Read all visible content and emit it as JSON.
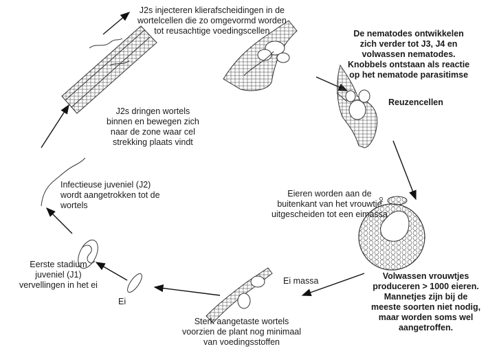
{
  "diagram": {
    "labels": {
      "j2_inject": [
        "J2s injecteren klierafscheidingen in de",
        "wortelcellen die zo omgevormd worden",
        "tot reusachtige voedingscellen"
      ],
      "develop": [
        "De nematodes ontwikkelen",
        "zich verder tot J3, J4  en",
        "volwassen nematodes.",
        "Knobbels ontstaan als reactie",
        "op het nematode parasitimse"
      ],
      "giant_cells": "Reuzencellen",
      "j2_enter": [
        "J2s dringen wortels",
        "binnen en bewegen zich",
        "naar de zone waar cel",
        "strekking plaats vindt"
      ],
      "infective": [
        "Infectieuse juveniel (J2)",
        "wordt aangetrokken tot de",
        "wortels"
      ],
      "eggs_outside": [
        "Eieren worden aan de",
        "buitenkant van het vrouwtje",
        "uitgescheiden tot een eimassa"
      ],
      "female_symbol": "♀",
      "first_stage": [
        "Eerste stadium",
        "juveniel (J1)",
        "vervellingen in het ei"
      ],
      "egg": "Ei",
      "egg_mass": "Ei massa",
      "adult_females": [
        "Volwassen vrouwtjes",
        "produceren  > 1000 eieren.",
        "Mannetjes zijn bij de",
        "meeste soorten niet nodig,",
        "maar worden soms wel",
        "aangetroffen."
      ],
      "damaged_roots": [
        "Sterk aangetaste wortels",
        "voorzien de plant nog minimaal",
        "van  voedingsstoffen"
      ]
    }
  }
}
